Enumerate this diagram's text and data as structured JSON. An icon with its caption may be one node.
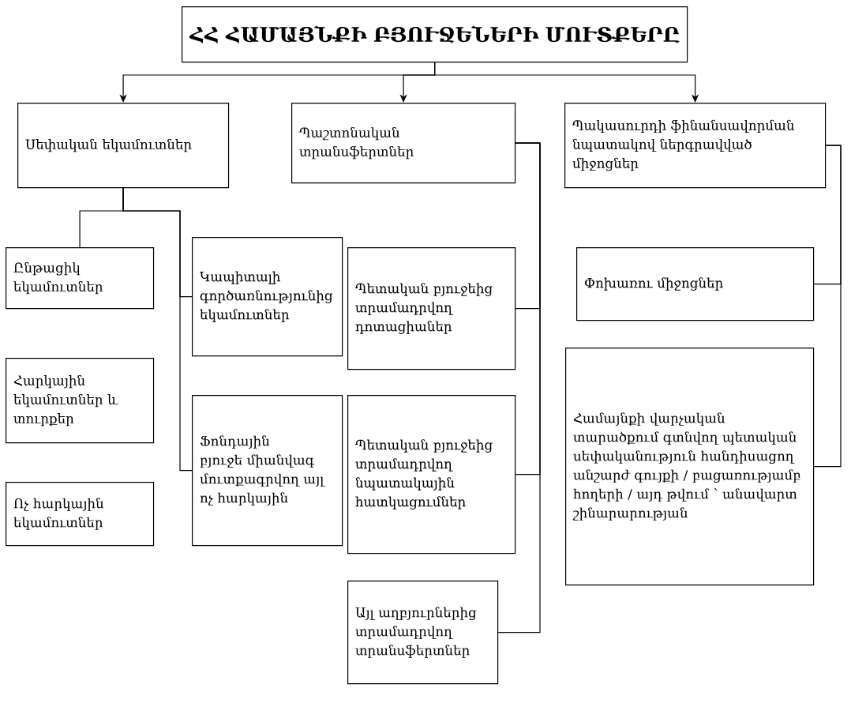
{
  "diagram": {
    "nodes": [
      {
        "text": [
          "ՀՀ ՀԱՄԱՅՆՔԻ ԲՅՈՒՋԵՆԵՐԻ ՄՈՒՏՔԵՐԸ"
        ]
      },
      {
        "text": [
          "Սեփական եկամուտներ"
        ]
      },
      {
        "text": [
          "Պաշտոնական տրանսֆերտներ"
        ]
      },
      {
        "text": [
          "Պակասուրդի ֆինանսավորման նպատակով ներգրավված միջոցներ"
        ]
      },
      {
        "text": [
          "Ընթացիկ եկամուտներ"
        ]
      },
      {
        "text": [
          "Կապիտալի գործառնությունից եկամուտներ"
        ]
      },
      {
        "text": [
          "Պետական բյուջեից տրամադրվող դոտացիաներ"
        ]
      },
      {
        "text": [
          "Փոխառու միջոցներ"
        ]
      },
      {
        "text": [
          "Հարկային եկամուտներ և տուրքեր"
        ]
      },
      {
        "text": [
          "Ֆոնդային բյուջե միանվագ մուտքագրվող այլ ոչ հարկային"
        ]
      },
      {
        "text": [
          "Պետական բյուջեից տրամադրվող նպատակային հատկացումներ"
        ]
      },
      {
        "text": [
          "Համայնքի վարչական տարածքում գտնվող պետական սեփականություն հանդիսացող անշարժ գույքի / բացառությամբ հողերի / այդ թվում ՝ անավարտ շինարարության"
        ]
      },
      {
        "text": [
          "Ոչ հարկային եկամուտներ"
        ]
      },
      {
        "text": [
          "Այլ աղբյուրներից տրամադրվող տրանսֆերտներ"
        ]
      }
    ],
    "edges": [
      {
        "from": 0,
        "to": 1,
        "arrow": "to"
      },
      {
        "from": 0,
        "to": 2,
        "arrow": "to"
      },
      {
        "from": 0,
        "to": 3,
        "arrow": "to"
      },
      {
        "from": 1,
        "to": 4,
        "arrow": "none"
      },
      {
        "from": 1,
        "to": 5,
        "arrow": "none"
      },
      {
        "from": 1,
        "to": 9,
        "arrow": "none"
      },
      {
        "from": 2,
        "to": 6,
        "arrow": "none"
      },
      {
        "from": 2,
        "to": 10,
        "arrow": "none"
      },
      {
        "from": 2,
        "to": 13,
        "arrow": "none"
      },
      {
        "from": 3,
        "to": 7,
        "arrow": "none"
      },
      {
        "from": 3,
        "to": 11,
        "arrow": "none"
      }
    ]
  }
}
